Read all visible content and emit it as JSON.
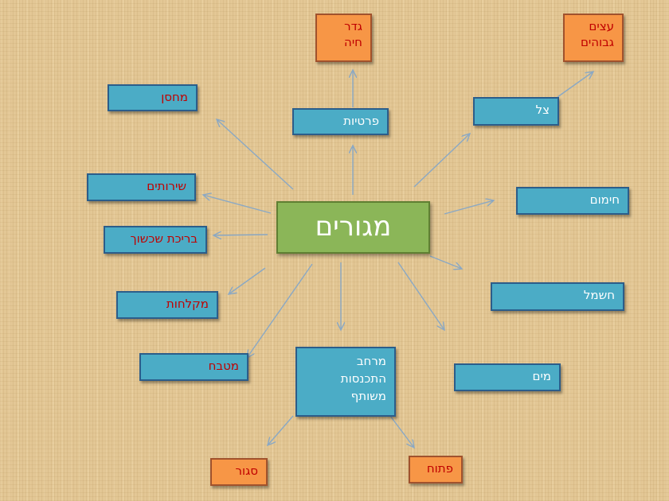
{
  "center": {
    "label": "מגורים",
    "color": "#8bb658"
  },
  "colors": {
    "blue_box": "#4bacc6",
    "orange_box": "#f79646",
    "arrow": "#8aa8c4",
    "text_white": "#ffffff",
    "text_red": "#c00000"
  },
  "nodes": {
    "privacy": "פרטיות",
    "animal_fence": "גדר\nחיה",
    "shade": "צל",
    "tall_trees": "עצים\nגבוהים",
    "storage": "מחסן",
    "toilets": "שירותים",
    "wading_pool": "בריכת שכשוך",
    "heating": "חימום",
    "electricity": "חשמל",
    "showers": "מקלחות",
    "kitchen": "מטבח",
    "water": "מים",
    "gathering_space": "מרחב\nהתכנסות\nמשותף",
    "closed": "סגור",
    "open": "פתוח"
  }
}
